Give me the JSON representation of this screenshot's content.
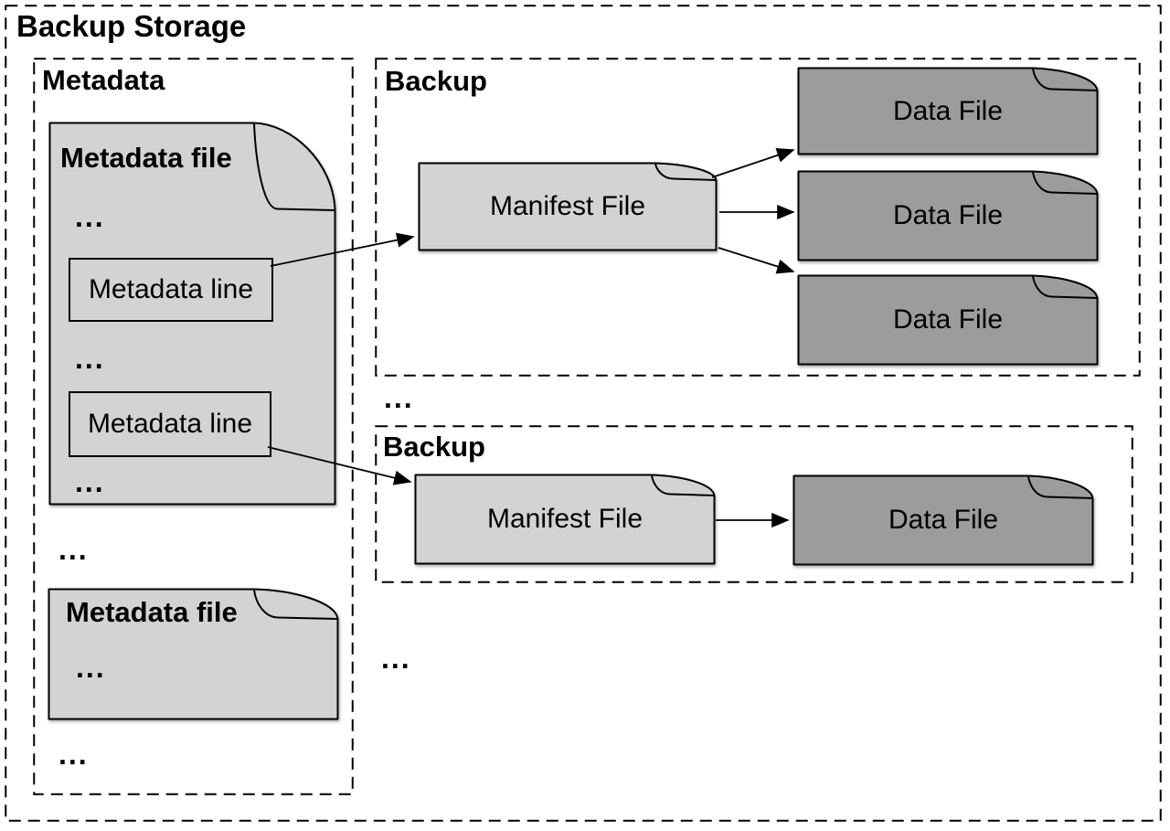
{
  "title": "Backup Storage",
  "ellipsis": "...",
  "colors": {
    "light_file": "#d3d3d3",
    "dark_file": "#9c9c9c",
    "stroke": "#000000",
    "canvas": "#ffffff"
  },
  "metadata": {
    "label": "Metadata",
    "file_title": "Metadata file",
    "line_label": "Metadata line"
  },
  "backup_top": {
    "label": "Backup",
    "manifest_label": "Manifest File",
    "data_file_labels": [
      "Data File",
      "Data File",
      "Data File"
    ]
  },
  "backup_bottom": {
    "label": "Backup",
    "manifest_label": "Manifest File",
    "data_file_labels": [
      "Data File"
    ]
  }
}
